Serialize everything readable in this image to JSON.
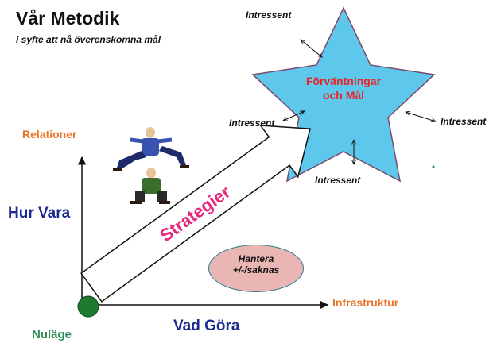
{
  "title": "Vår Metodik",
  "subtitle": "i syfte att nå överenskomna mål",
  "star": {
    "line1": "Förväntningar",
    "line2": "och Mål",
    "fill": "#5ec8ec",
    "text_color": "#e8242a"
  },
  "stakeholders": {
    "top": "Intressent",
    "left": "Intressent",
    "right": "Intressent",
    "bottom": "Intressent"
  },
  "axes": {
    "y_top": "Relationer",
    "y_mid": "Hur Vara",
    "x_end": "Infrastruktur",
    "x_mid": "Vad Göra",
    "origin": "Nuläge"
  },
  "arrow_label": "Strategier",
  "ellipse": {
    "line1": "Hantera",
    "line2": "+/-/saknas"
  },
  "colors": {
    "orange": "#e8742a",
    "navy": "#1b2a8c",
    "magenta": "#e8267c",
    "green": "#1e7a2e"
  }
}
